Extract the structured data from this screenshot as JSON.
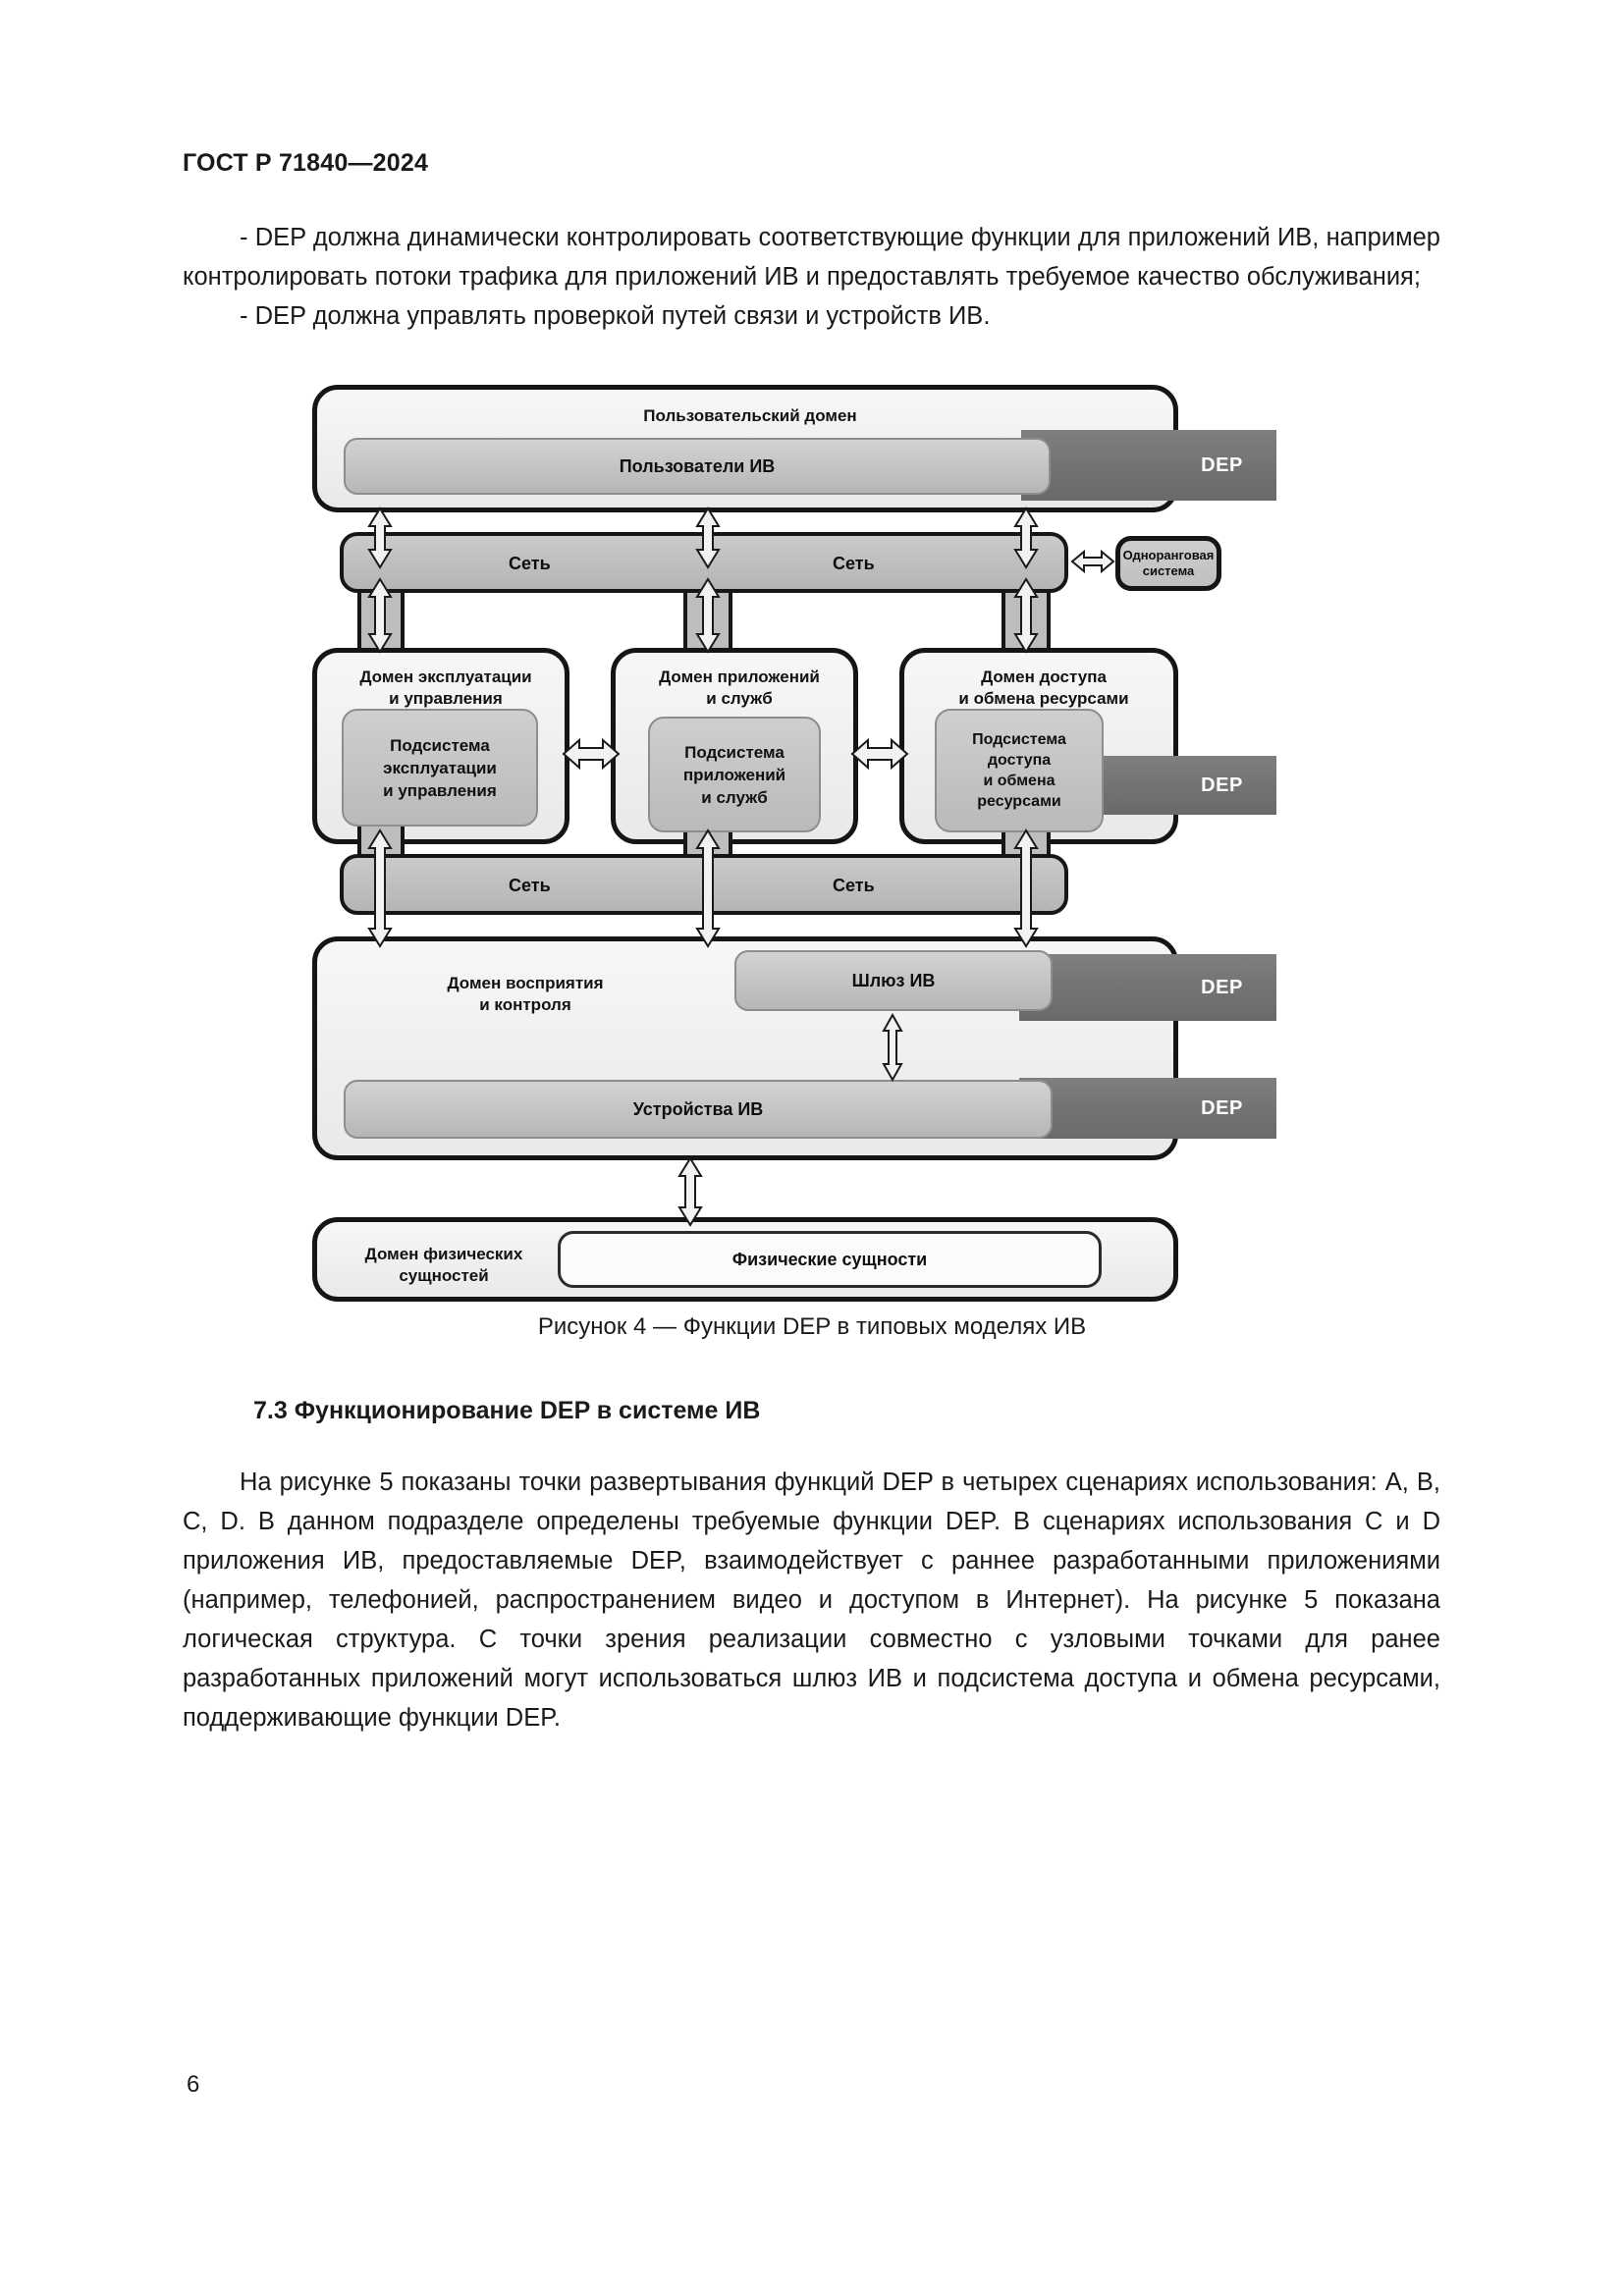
{
  "document": {
    "header": "ГОСТ Р 71840—2024",
    "page_number": "6"
  },
  "body": {
    "para1": "- DEP должна динамически контролировать соответствующие функции для приложений ИВ, например контролировать потоки трафика для приложений ИВ и предоставлять требуемое качество обслуживания;",
    "para2": "- DEP должна управлять проверкой путей связи и устройств ИВ.",
    "figure_caption": "Рисунок 4 — Функции DEP в типовых моделях ИВ",
    "section_heading": "7.3 Функционирование DEP в системе ИВ",
    "para3": "На рисунке 5 показаны точки развертывания функций DEP в четырех сценариях использования: A, B, C, D. В данном подразделе определены требуемые функции DEP. В сценариях использования C и D приложения ИВ, предоставляемые DEP, взаимодействует с раннее разработанными приложениями (например, телефонией, распространением видео и доступом в Интернет). На рисунке 5 показана логическая структура. С точки зрения реализации совместно с узловыми точками для ранее разработанных приложений могут использоваться шлюз ИВ и подсистема доступа и обмена ресурсами, поддерживающие функции DEP."
  },
  "figure": {
    "user_domain": {
      "title": "Пользовательский домен",
      "inner": "Пользователи ИВ",
      "dep": "DEP"
    },
    "network_labels": {
      "top_left": "Сеть",
      "top_right": "Сеть",
      "bottom_left": "Сеть",
      "bottom_right": "Сеть"
    },
    "peer_system": "Одноранговая\nсистема",
    "ops_domain": {
      "title": "Домен эксплуатации\nи управления",
      "subsystem": "Подсистема\nэксплуатации\nи управления"
    },
    "app_domain": {
      "title": "Домен приложений\nи служб",
      "subsystem": "Подсистема\nприложений\nи служб"
    },
    "access_domain": {
      "title": "Домен доступа\nи обмена ресурсами",
      "subsystem": "Подсистема\nдоступа\nи обмена\nресурсами",
      "dep": "DEP"
    },
    "sensing_domain": {
      "title": "Домен восприятия\nи контроля",
      "gateway": "Шлюз ИВ",
      "gateway_dep": "DEP",
      "devices": "Устройства ИВ",
      "devices_dep": "DEP"
    },
    "physical_domain": {
      "title": "Домен физических\nсущностей",
      "inner": "Физические сущности"
    }
  },
  "colors": {
    "ink": "#1a1a1a",
    "box_border": "#151515",
    "grey_fill": "#c2c2c2",
    "dep_fill": "#727272",
    "panel_fill": "#efefef"
  }
}
